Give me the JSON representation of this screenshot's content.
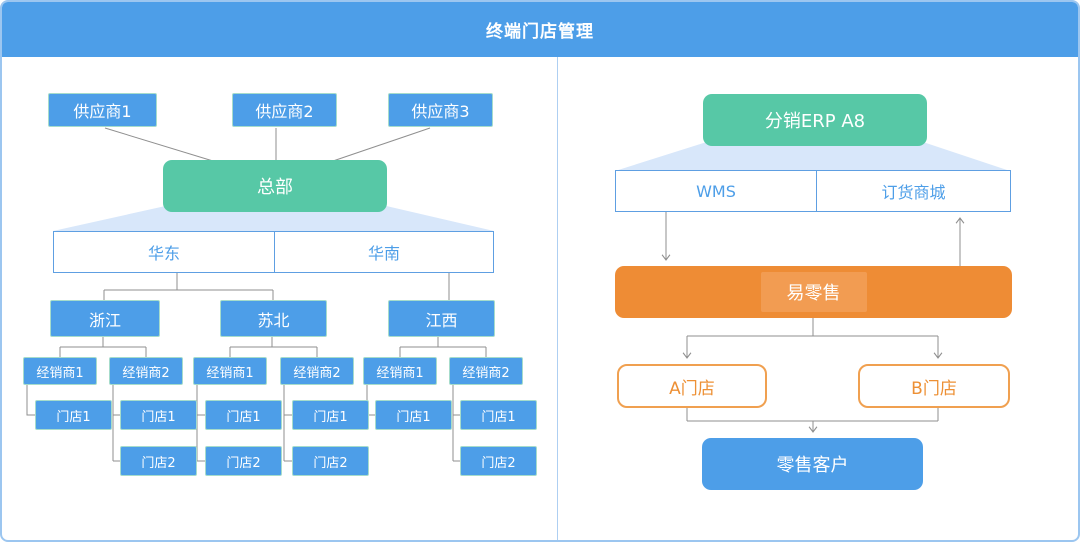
{
  "header": {
    "title": "终端门店管理"
  },
  "left_panel": {
    "suppliers": [
      "供应商1",
      "供应商2",
      "供应商3"
    ],
    "headquarters": "总部",
    "regions": [
      "华东",
      "华南"
    ],
    "groups": [
      {
        "province": "浙江",
        "dealers": [
          {
            "name": "经销商1",
            "stores": [
              "门店1"
            ]
          },
          {
            "name": "经销商2",
            "stores": [
              "门店1",
              "门店2"
            ]
          }
        ]
      },
      {
        "province": "苏北",
        "dealers": [
          {
            "name": "经销商1",
            "stores": [
              "门店1",
              "门店2"
            ]
          },
          {
            "name": "经销商2",
            "stores": [
              "门店1",
              "门店2"
            ]
          }
        ]
      },
      {
        "province": "江西",
        "dealers": [
          {
            "name": "经销商1",
            "stores": [
              "门店1"
            ]
          },
          {
            "name": "经销商2",
            "stores": [
              "门店1",
              "门店2"
            ]
          }
        ]
      }
    ]
  },
  "right_panel": {
    "erp": "分销ERP A8",
    "modules": [
      "WMS",
      "订货商城"
    ],
    "retail_platform": "易零售",
    "front_stores": [
      "A门店",
      "B门店"
    ],
    "customer": "零售客户"
  },
  "colors": {
    "header_blue": "#4D9EE8",
    "node_blue": "#4D9EE8",
    "node_green": "#57C8A6",
    "node_orange": "#EE8C35",
    "orange_patch": "#F29C52",
    "funnel_light_blue": "#D8E7FA",
    "outline_blue": "#5E9FE2",
    "outline_orange": "#F0A050",
    "node_border_teal": "#A6DCCB",
    "connector_gray": "#8F8F8F",
    "card_border": "#9CC6F0"
  }
}
